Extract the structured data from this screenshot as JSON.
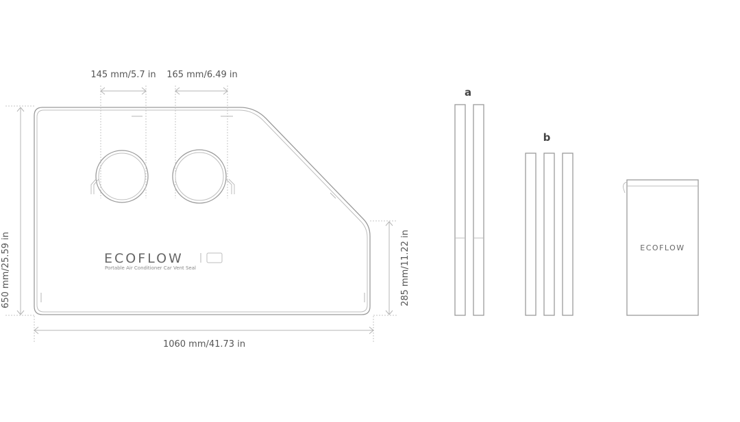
{
  "dimensions": {
    "vent_hole_1": "145 mm/5.7 in",
    "vent_hole_2": "165 mm/6.49 in",
    "height": "650 mm/25.59 in",
    "side_height": "285 mm/11.22 in",
    "width": "1060 mm/41.73 in"
  },
  "panel": {
    "logo": "ECOFLOW",
    "subtitle": "Portable Air Conditioner Car Vent Seal"
  },
  "parts": {
    "a_label": "a",
    "b_label": "b",
    "bag_logo": "ECOFLOW"
  }
}
